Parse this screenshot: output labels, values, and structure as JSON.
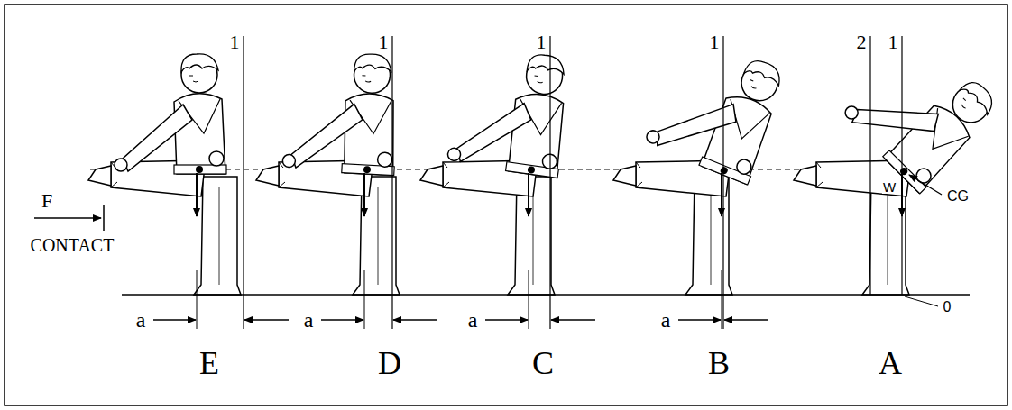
{
  "diagram": {
    "labels": [
      "1",
      "1",
      "1",
      "1",
      "2",
      "1",
      "F",
      "W",
      "CG",
      "CONTACT",
      "0",
      "a",
      "a",
      "a",
      "a",
      "E",
      "D",
      "C",
      "B",
      "A"
    ]
  }
}
